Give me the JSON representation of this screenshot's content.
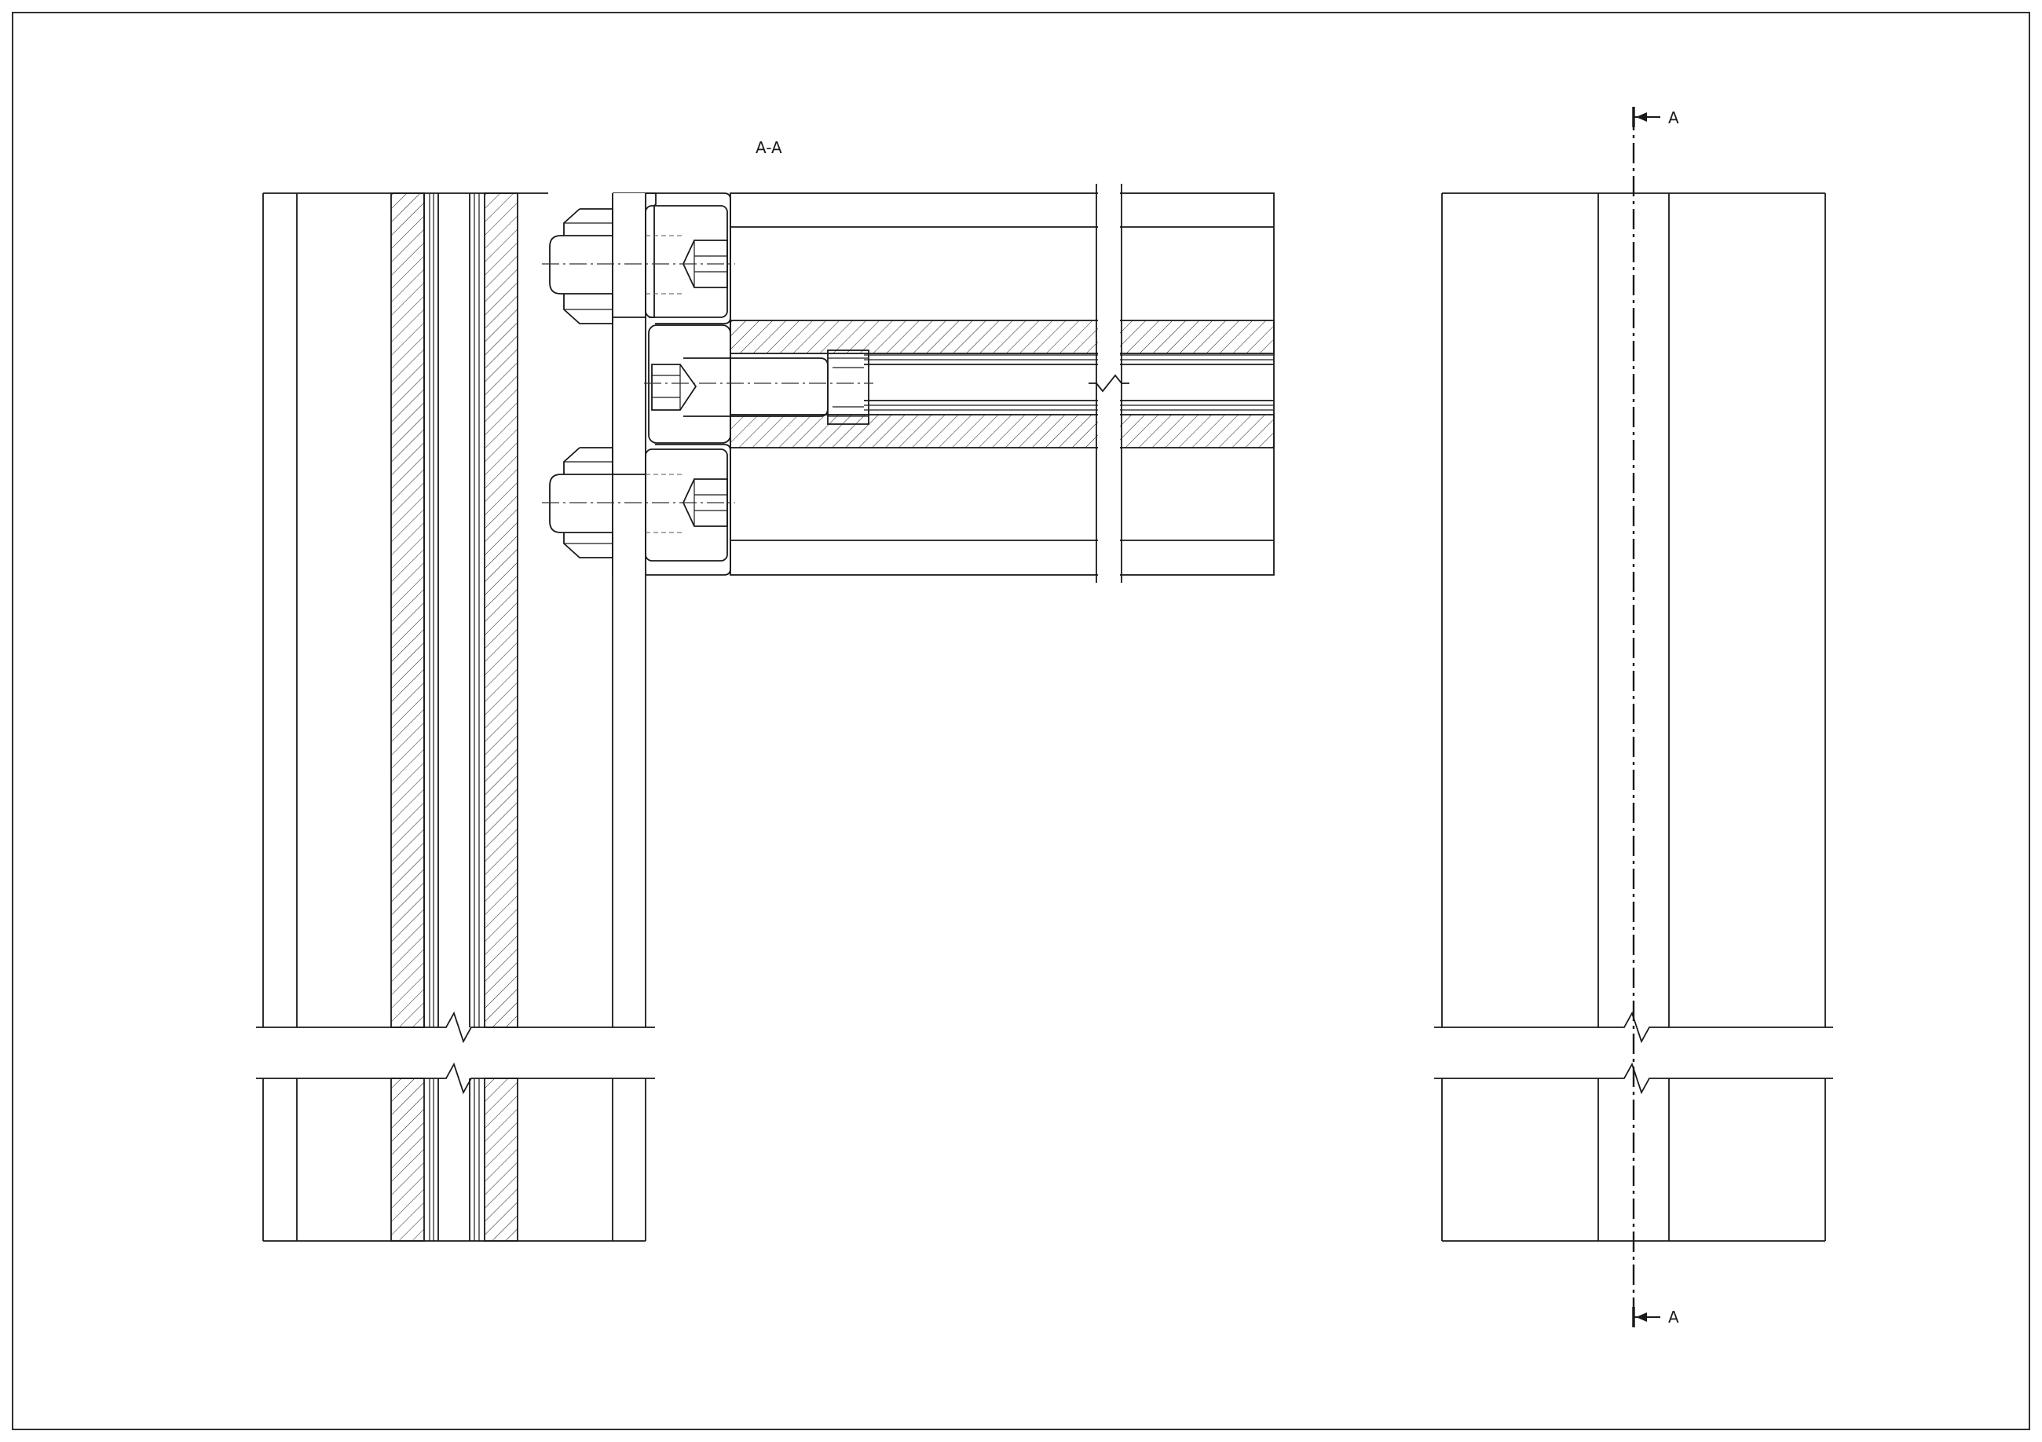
{
  "section_title": "A-A",
  "cut_markers": {
    "top": "A",
    "bottom": "A"
  },
  "icons": {
    "section_arrow": "section-arrow-icon",
    "break_line": "break-line-icon",
    "hex_socket_bolt": "hex-socket-bolt-icon"
  },
  "colors": {
    "line": "#1a1a1a",
    "background": "#ffffff"
  }
}
